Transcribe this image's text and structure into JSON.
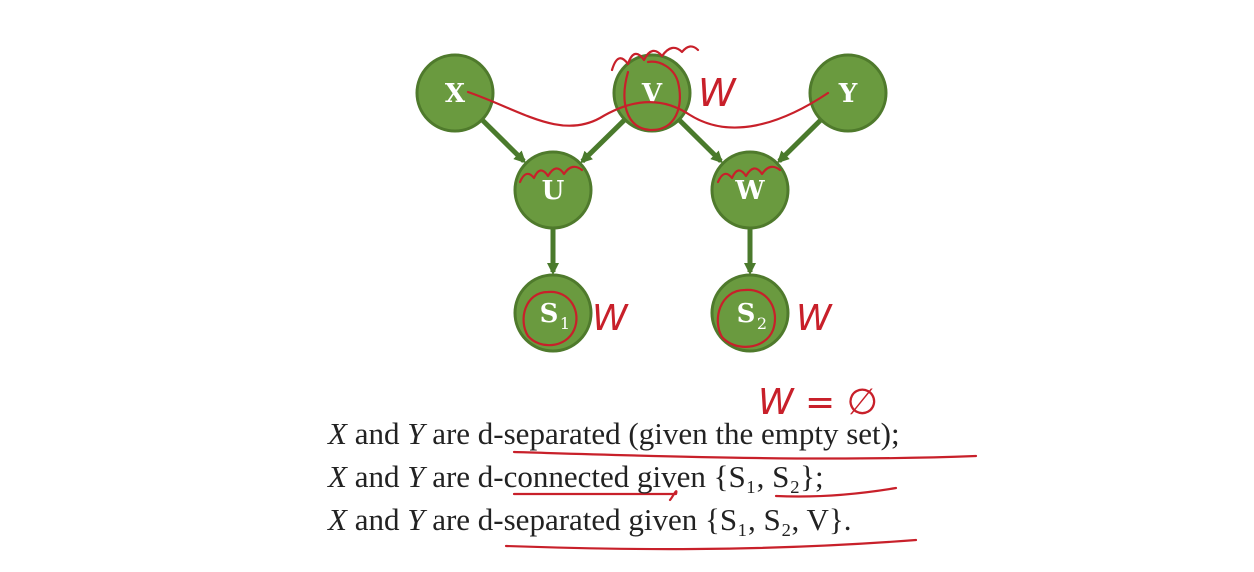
{
  "colors": {
    "node_fill": "#6a9a3f",
    "node_stroke": "#4f7a2c",
    "edge": "#4a7a2c",
    "annotation": "#c8202a"
  },
  "diagram": {
    "nodes": [
      {
        "id": "X",
        "label": "X",
        "subscript": ""
      },
      {
        "id": "V",
        "label": "V",
        "subscript": ""
      },
      {
        "id": "Y",
        "label": "Y",
        "subscript": ""
      },
      {
        "id": "U",
        "label": "U",
        "subscript": ""
      },
      {
        "id": "W",
        "label": "W",
        "subscript": ""
      },
      {
        "id": "S1",
        "label": "S",
        "subscript": "1"
      },
      {
        "id": "S2",
        "label": "S",
        "subscript": "2"
      }
    ],
    "edges": [
      {
        "from": "X",
        "to": "U"
      },
      {
        "from": "V",
        "to": "U"
      },
      {
        "from": "V",
        "to": "W"
      },
      {
        "from": "Y",
        "to": "W"
      },
      {
        "from": "U",
        "to": "S1"
      },
      {
        "from": "W",
        "to": "S2"
      }
    ]
  },
  "annotations": {
    "closed": "closed",
    "open_u": "open",
    "open_w": "open",
    "w_v": "W",
    "w_s1": "W",
    "w_s2": "W",
    "w_empty": "W = ∅"
  },
  "statements": [
    {
      "var1": "X",
      "and": "and",
      "var2": "Y",
      "are": "are",
      "relation": "d-separated",
      "rest": "(given the empty set);"
    },
    {
      "var1": "X",
      "and": "and",
      "var2": "Y",
      "are": "are",
      "relation": "d-connected",
      "rest": "given {S₁, S₂};"
    },
    {
      "var1": "X",
      "and": "and",
      "var2": "Y",
      "are": "are",
      "relation": "d-separated",
      "rest": "given {S₁, S₂, V}."
    }
  ]
}
